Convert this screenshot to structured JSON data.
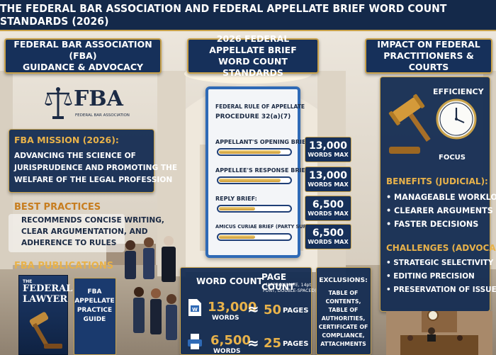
{
  "title": "THE FEDERAL BAR ASSOCIATION AND FEDERAL APPELLATE BRIEF WORD COUNT STANDARDS (2026)",
  "left": {
    "header_line1": "FEDERAL BAR ASSOCIATION (FBA)",
    "header_line2": "GUIDANCE & ADVOCACY",
    "logo_text": "FBA",
    "logo_sub": "FEDERAL BAR ASSOCIATION",
    "mission_title": "FBA MISSION (2026):",
    "mission_lines": [
      "ADVANCING THE SCIENCE OF",
      "JURISPRUDENCE AND PROMOTING THE",
      "WELFARE OF THE LEGAL PROFESSION"
    ],
    "best_title": "BEST PRACTICES",
    "best_lines": [
      "RECOMMENDS CONCISE WRITING,",
      "CLEAR ARGUMENTATION, AND",
      "ADHERENCE TO RULES"
    ],
    "pubs_title": "FBA PUBLICATIONS",
    "mag_title_1": "THE",
    "mag_title_2": "FEDERAL",
    "mag_title_3": "LAWYER",
    "guide_lines": [
      "FBA",
      "APPELLATE",
      "PRACTICE",
      "GUIDE"
    ]
  },
  "middle": {
    "header_line1": "2026 FEDERAL APPELLATE BRIEF",
    "header_line2": "WORD COUNT STANDARDS",
    "rule_line1": "FEDERAL RULE OF APPELLATE",
    "rule_line2": "PROCEDURE 32(a)(7)",
    "briefs": [
      {
        "label": "APPELLANT'S OPENING BRIEF:",
        "num": "13,000",
        "unit": "WORDS MAX",
        "fill": 0.85
      },
      {
        "label": "APPELLEE'S RESPONSE BRIEF:",
        "num": "13,000",
        "unit": "WORDS MAX",
        "fill": 0.85
      },
      {
        "label": "REPLY BRIEF:",
        "num": "6,500",
        "unit": "WORDS MAX",
        "fill": 0.5
      },
      {
        "label": "AMICUS CURIAE BRIEF (PARTY SUPPORT):",
        "num": "6,500",
        "unit": "WORDS MAX",
        "fill": 0.5
      }
    ],
    "wc_header": "WORD COUNT",
    "pc_header": "PAGE COUNT",
    "pc_sub_1": "(APPROXIMATE, 14pt",
    "pc_sub_2": "FONT, DOUBLE-SPACED):",
    "rows": [
      {
        "words": "13,000",
        "words_unit": "WORDS",
        "approx": "≈",
        "pages": "50",
        "pages_unit": "PAGES"
      },
      {
        "words": "6,500",
        "words_unit": "WORDS",
        "approx": "≈",
        "pages": "25",
        "pages_unit": "PAGES"
      }
    ],
    "exclusions_title": "EXCLUSIONS:",
    "exclusions_lines": [
      "TABLE OF",
      "CONTENTS,",
      "TABLE OF",
      "AUTHORITIES,",
      "CERTIFICATE OF",
      "COMPLIANCE,",
      "ATTACHMENTS"
    ]
  },
  "right": {
    "header_line1": "IMPACT ON FEDERAL",
    "header_line2": "PRACTITIONERS & COURTS",
    "eff_word": "EFFICIENCY",
    "focus_word": "FOCUS",
    "benefits_title": "BENEFITS (JUDICIAL):",
    "benefits": [
      "MANAGEABLE WORKLOAD",
      "CLEARER ARGUMENTS",
      "FASTER DECISIONS"
    ],
    "challenges_title": "CHALLENGES (ADVOCACY):",
    "challenges": [
      "STRATEGIC SELECTIVITY",
      "EDITING PRECISION",
      "PRESERVATION OF ISSUES"
    ]
  },
  "colors": {
    "navy": "#16305a",
    "gold": "#c9a24a",
    "accent_gold": "#e8b24a",
    "blue": "#2f6ab6"
  }
}
